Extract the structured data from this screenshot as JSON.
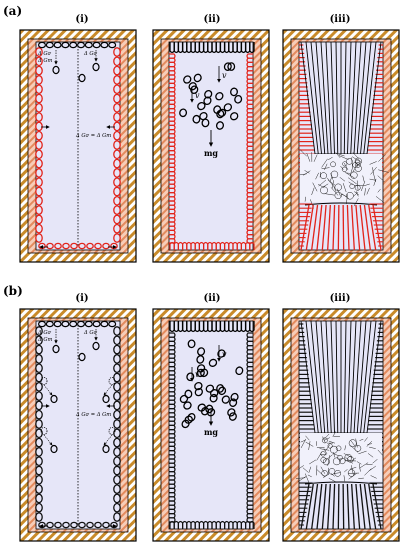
{
  "colors": {
    "wall_hatch_fg": "#c98b2a",
    "wall_hatch_bg": "#ffffff",
    "mold_fill": "#f3b497",
    "melt_fill": "#e6e6f8",
    "crystal_red": "#e2231a",
    "crystal_black": "#111111",
    "grain_fill": "#f1f1fb"
  },
  "rows": [
    {
      "label": "(a)",
      "panels": [
        {
          "numeral": "(i)",
          "crystal_color": "red",
          "annotations": [
            "Δ Gσ",
            "Δ Gm",
            "Δ Gσ",
            "Δ Gσ = Δ Gm"
          ]
        },
        {
          "numeral": "(ii)",
          "crystal_color": "red",
          "velocity": "v",
          "gravity": "mg"
        },
        {
          "numeral": "(iii)",
          "crystal_color": "red"
        }
      ]
    },
    {
      "label": "(b)",
      "panels": [
        {
          "numeral": "(i)",
          "crystal_color": "black",
          "annotations": [
            "Δ Gσ",
            "Δ Gm",
            "Δ Gσ",
            "Δ Gσ = Δ Gm"
          ]
        },
        {
          "numeral": "(ii)",
          "crystal_color": "black",
          "velocity": "v",
          "gravity": "mg"
        },
        {
          "numeral": "(iii)",
          "crystal_color": "black"
        }
      ]
    }
  ]
}
